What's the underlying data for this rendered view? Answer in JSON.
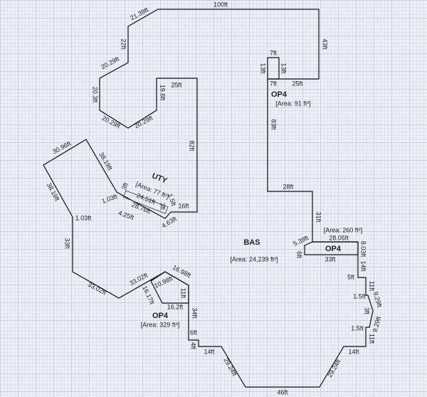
{
  "areas": {
    "bas": {
      "name": "BAS",
      "area": "[Area: 24,239 ft²]"
    },
    "op4_top": {
      "name": "OP4",
      "area": "[Area: 91 ft²]"
    },
    "op4_right": {
      "name": "OP4",
      "area": "[Area: 260 ft²]"
    },
    "op4_bottom": {
      "name": "OP4",
      "area": "[Area: 329 ft²]"
    },
    "uty": {
      "name": "UTY",
      "area": "[Area: 77 ft²]"
    }
  },
  "dims": [
    "100ft",
    "21.39ft",
    "22ft",
    "20.29ft",
    "20.3ft",
    "20.29ft",
    "20.29ft",
    "19.8ft",
    "25ft",
    "82ft",
    "43ft",
    "7ft",
    "13ft",
    "13ft",
    "7ft",
    "25ft",
    "83ft",
    "28ft",
    "31ft",
    "28.05ft",
    "5.39ft",
    "6ft",
    "8.03ft",
    "33ft",
    "14ft",
    "5ft",
    "11ft",
    "1.5ft",
    "9.29ft",
    "3ft",
    "9.29ft",
    "1.5ft",
    "11ft",
    "14ft",
    "29.24ft",
    "46ft",
    "29.24ft",
    "14ft",
    "4ft",
    "6ft",
    "34ft",
    "16.2ft",
    "11ft",
    "16.17ft",
    "10.98ft",
    "16.98ft",
    "33.02ft",
    "33.02ft",
    "33ft",
    "1.03ft",
    "38.19ft",
    "30.96ft",
    "38.19ft",
    "3ft",
    "24.51ft",
    "1.5ft",
    "28.76ft",
    "3ft",
    "1.03ft",
    "4.25ft",
    "16ft",
    "4.63ft"
  ]
}
